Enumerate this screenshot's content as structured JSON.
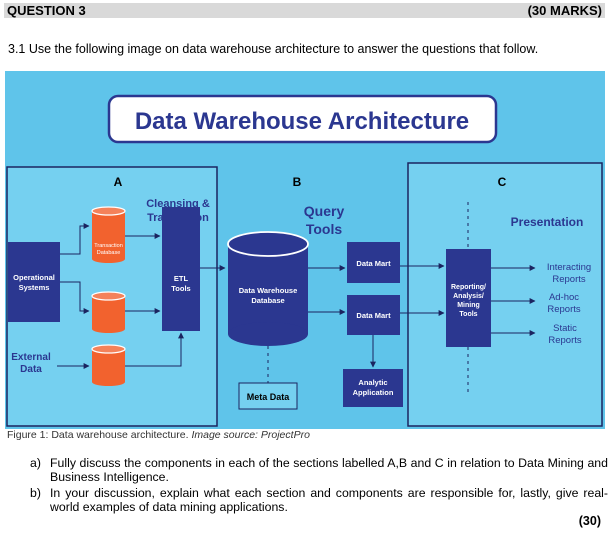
{
  "header": {
    "question": "QUESTION 3",
    "marks": "(30 MARKS)"
  },
  "intro": "3.1 Use the following image on data warehouse architecture to answer the questions that follow.",
  "diagram": {
    "title": "Data Warehouse Architecture",
    "section_a": "A",
    "section_b": "B",
    "section_c": "C",
    "cleansing_1": "Cleansing &",
    "cleansing_2": "Transaction",
    "query_1": "Query",
    "query_2": "Tools",
    "presentation": "Presentation",
    "operational_1": "Operational",
    "operational_2": "Systems",
    "external_1": "External",
    "external_2": "Data",
    "transaction_db_1": "Transaction",
    "transaction_db_2": "Database",
    "etl_1": "ETL",
    "etl_2": "Tools",
    "dw_1": "Data Warehouse",
    "dw_2": "Database",
    "datamart_top": "Data Mart",
    "datamart_mid": "Data Mart",
    "meta_data": "Meta Data",
    "analytic_1": "Analytic",
    "analytic_2": "Application",
    "reporting_1": "Reporting/",
    "reporting_2": "Analysis/",
    "reporting_3": "Mining",
    "reporting_4": "Tools",
    "out1_1": "Interacting",
    "out1_2": "Reports",
    "out2_1": "Ad-hoc",
    "out2_2": "Reports",
    "out3_1": "Static",
    "out3_2": "Reports",
    "colors": {
      "bg": "#5fc4ea",
      "dark": "#2b3790",
      "orange": "#f2622e",
      "panel": "#75d0f0"
    }
  },
  "caption": {
    "main": "Figure 1: Data warehouse architecture. ",
    "source": "Image source: ProjectPro"
  },
  "questions": [
    {
      "label": "a)",
      "text": "Fully discuss the components in each of the sections labelled A,B and C in relation to Data Mining and Business Intelligence."
    },
    {
      "label": "b)",
      "text": "In your discussion, explain what each section and components are responsible for, lastly, give real-world examples of data mining applications."
    }
  ],
  "total_marks": "(30)"
}
